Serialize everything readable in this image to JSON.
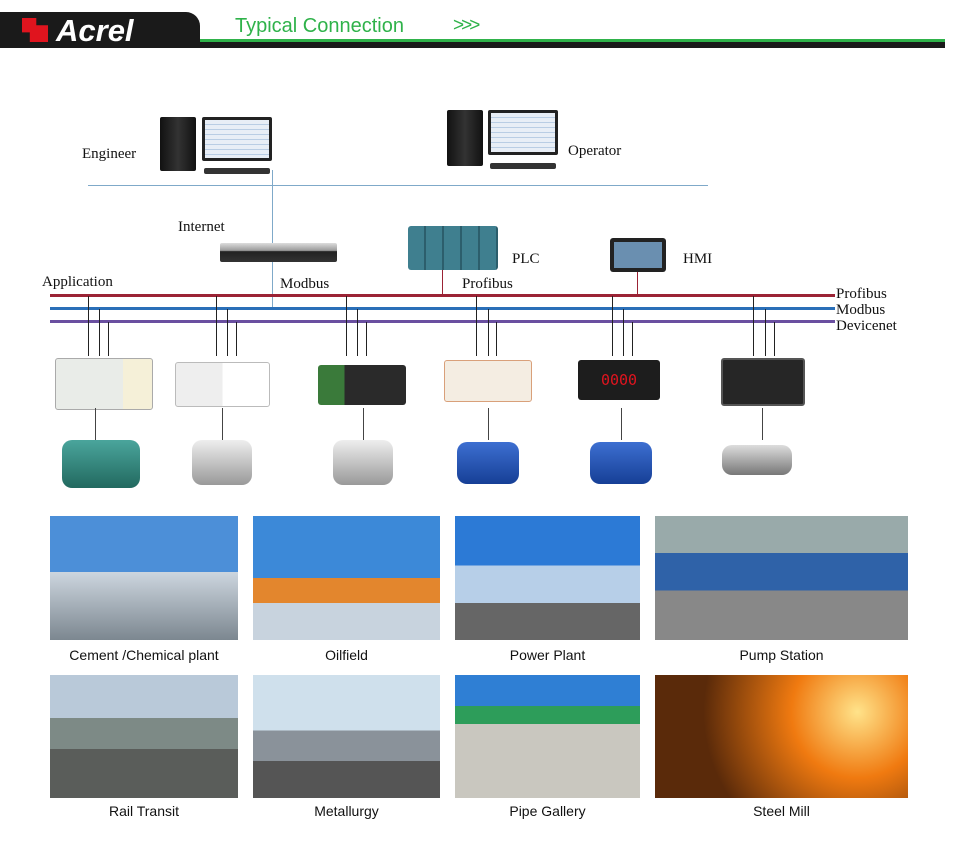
{
  "header": {
    "brand": "Acrel",
    "title": "Typical Connection",
    "chevrons": ">>>",
    "colors": {
      "green": "#2fb24a",
      "black": "#1a1a1a",
      "red": "#e0141e"
    }
  },
  "diagram": {
    "engineer": "Engineer",
    "operator": "Operator",
    "internet": "Internet",
    "plc": "PLC",
    "hmi": "HMI",
    "application": "Application",
    "modbus_mid": "Modbus",
    "profibus_mid": "Profibus",
    "bus_labels": {
      "profibus": "Profibus",
      "modbus": "Modbus",
      "devicenet": "Devicenet"
    },
    "bus_colors": {
      "profibus": "#9b2335",
      "modbus": "#2a6fb8",
      "devicenet": "#6a4fa0",
      "lan": "#7fa9c9"
    }
  },
  "applications": [
    {
      "label": "Cement /Chemical plant"
    },
    {
      "label": "Oilfield"
    },
    {
      "label": "Power Plant"
    },
    {
      "label": "Pump Station"
    },
    {
      "label": "Rail Transit"
    },
    {
      "label": "Metallurgy"
    },
    {
      "label": "Pipe Gallery"
    },
    {
      "label": "Steel Mill"
    }
  ]
}
